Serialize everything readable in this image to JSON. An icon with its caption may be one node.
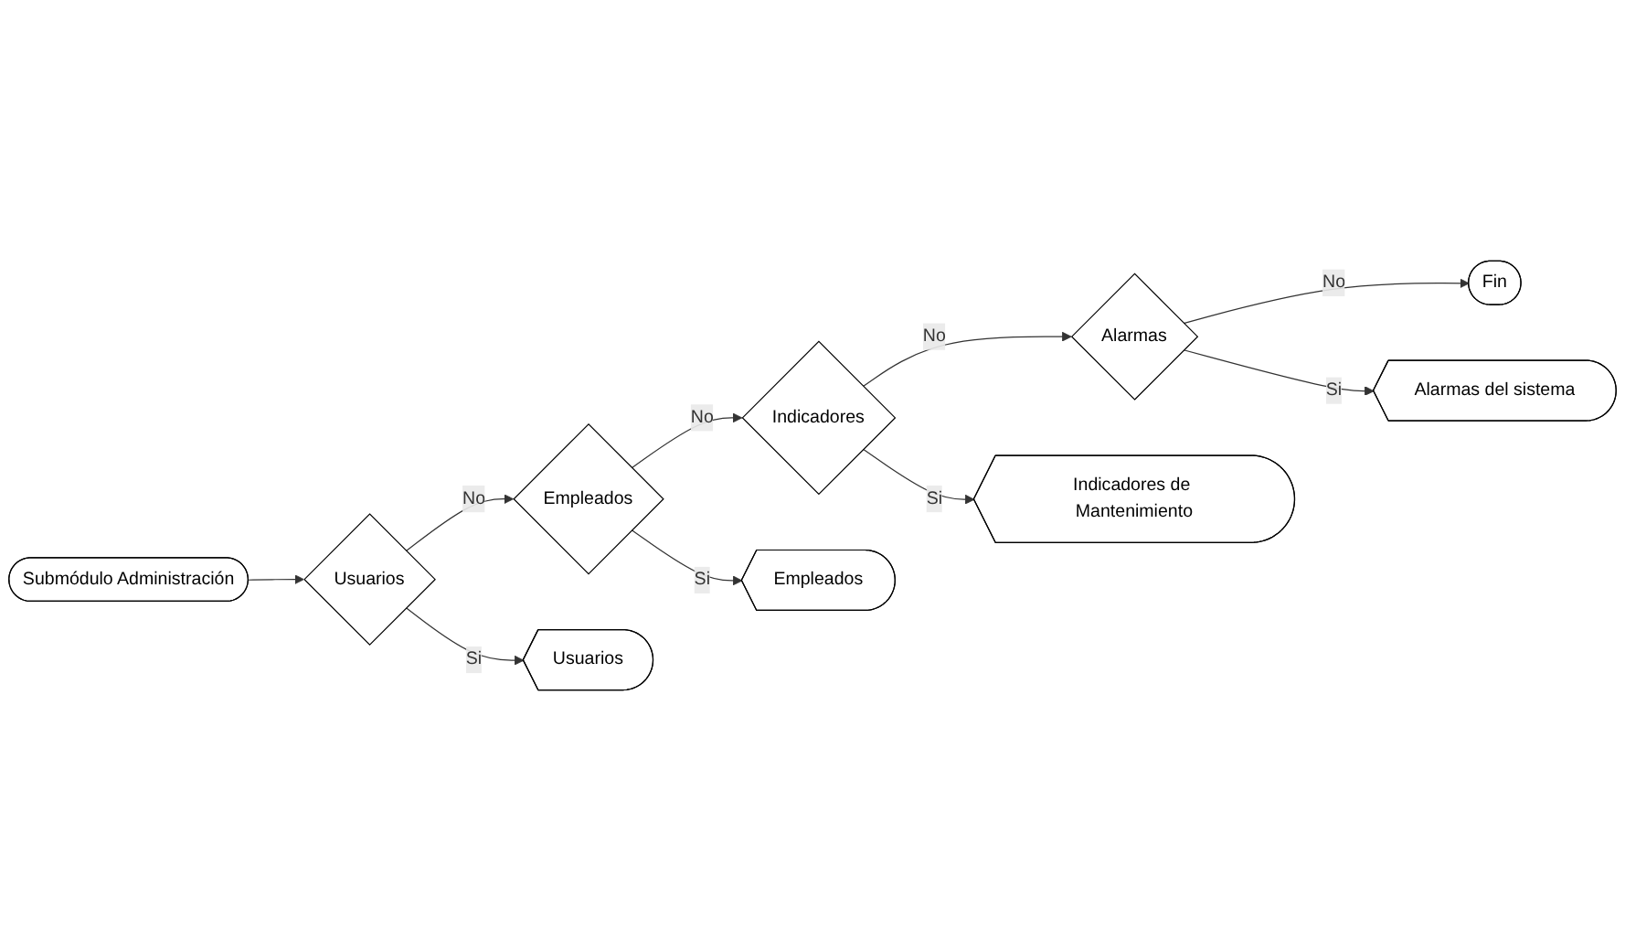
{
  "diagram": {
    "nodes": [
      {
        "text": [
          "Submódulo Administración"
        ]
      },
      {
        "text": [
          "Usuarios"
        ]
      },
      {
        "text": [
          "Empleados"
        ]
      },
      {
        "text": [
          "Indicadores"
        ]
      },
      {
        "text": [
          "Alarmas"
        ]
      },
      {
        "text": [
          "Usuarios"
        ]
      },
      {
        "text": [
          "Empleados"
        ]
      },
      {
        "text": [
          "Indicadores de Mantenimiento"
        ]
      },
      {
        "text": [
          "Alarmas del sistema"
        ]
      },
      {
        "text": [
          "Fin"
        ]
      }
    ],
    "edges": [
      {
        "from": 0,
        "to": 1,
        "arrow": "to"
      },
      {
        "from": 1,
        "to": 2,
        "label": "No",
        "arrow": "to"
      },
      {
        "from": 2,
        "to": 3,
        "label": "No",
        "arrow": "to"
      },
      {
        "from": 3,
        "to": 4,
        "label": "No",
        "arrow": "to"
      },
      {
        "from": 4,
        "to": 9,
        "label": "No",
        "arrow": "to"
      },
      {
        "from": 1,
        "to": 5,
        "label": "Si",
        "arrow": "to"
      },
      {
        "from": 2,
        "to": 6,
        "label": "Si",
        "arrow": "to"
      },
      {
        "from": 3,
        "to": 7,
        "label": "Si",
        "arrow": "to"
      },
      {
        "from": 4,
        "to": 8,
        "label": "Si",
        "arrow": "to"
      }
    ]
  }
}
